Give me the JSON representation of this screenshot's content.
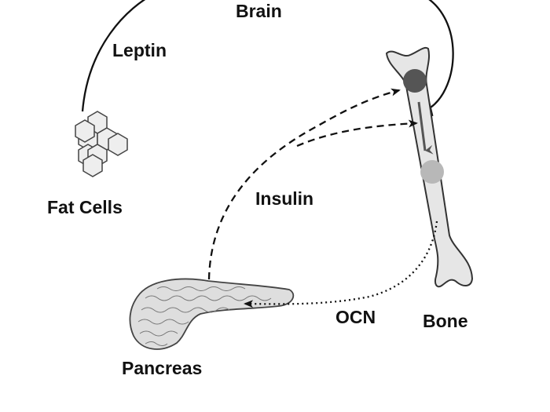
{
  "labels": {
    "brain": "Brain",
    "leptin": "Leptin",
    "fat_cells": "Fat Cells",
    "insulin": "Insulin",
    "bone": "Bone",
    "ocn": "OCN",
    "pancreas": "Pancreas"
  },
  "colors": {
    "line": "#111111",
    "bone_fill": "#e6e6e6",
    "bone_outline": "#333333",
    "dark_cell": "#555555",
    "light_cell": "#b8b8b8",
    "pancreas_fill": "#dedede",
    "internal_arrow": "#555555"
  }
}
